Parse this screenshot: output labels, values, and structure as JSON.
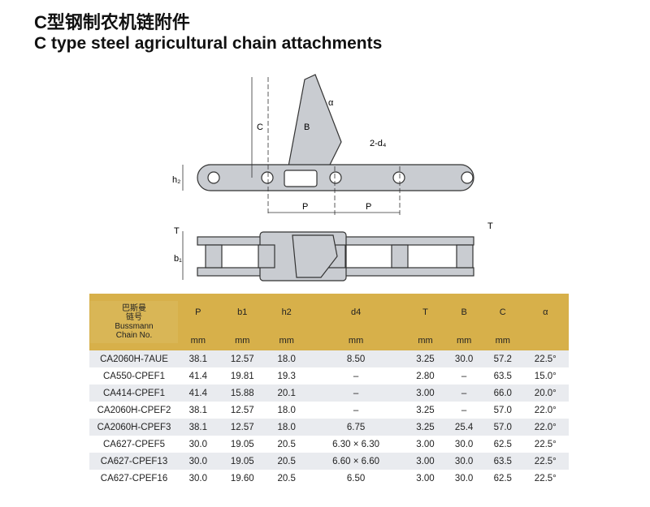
{
  "title_cn": "C型钢制农机链附件",
  "title_en": "C type steel agricultural chain attachments",
  "drawing_labels": {
    "C": "C",
    "B": "B",
    "alpha": "α",
    "d4": "2-d₄",
    "h2": "h₂",
    "P1": "P",
    "P2": "P",
    "T1": "T",
    "b1": "b₁",
    "T2": "T"
  },
  "table": {
    "header_cn1": "巴斯曼",
    "header_cn2": "链号",
    "header_en1": "Bussmann",
    "header_en2": "Chain No.",
    "columns": [
      "P",
      "b1",
      "h2",
      "d4",
      "T",
      "B",
      "C",
      "α"
    ],
    "units": [
      "mm",
      "mm",
      "mm",
      "mm",
      "mm",
      "mm",
      "mm",
      ""
    ],
    "rows": [
      [
        "CA2060H-7AUE",
        "38.1",
        "12.57",
        "18.0",
        "8.50",
        "3.25",
        "30.0",
        "57.2",
        "22.5°"
      ],
      [
        "CA550-CPEF1",
        "41.4",
        "19.81",
        "19.3",
        "–",
        "2.80",
        "–",
        "63.5",
        "15.0°"
      ],
      [
        "CA414-CPEF1",
        "41.4",
        "15.88",
        "20.1",
        "–",
        "3.00",
        "–",
        "66.0",
        "20.0°"
      ],
      [
        "CA2060H-CPEF2",
        "38.1",
        "12.57",
        "18.0",
        "–",
        "3.25",
        "–",
        "57.0",
        "22.0°"
      ],
      [
        "CA2060H-CPEF3",
        "38.1",
        "12.57",
        "18.0",
        "6.75",
        "3.25",
        "25.4",
        "57.0",
        "22.0°"
      ],
      [
        "CA627-CPEF5",
        "30.0",
        "19.05",
        "20.5",
        "6.30 × 6.30",
        "3.00",
        "30.0",
        "62.5",
        "22.5°"
      ],
      [
        "CA627-CPEF13",
        "30.0",
        "19.05",
        "20.5",
        "6.60 × 6.60",
        "3.00",
        "30.0",
        "63.5",
        "22.5°"
      ],
      [
        "CA627-CPEF16",
        "30.0",
        "19.60",
        "20.5",
        "6.50",
        "3.00",
        "30.0",
        "62.5",
        "22.5°"
      ]
    ]
  }
}
